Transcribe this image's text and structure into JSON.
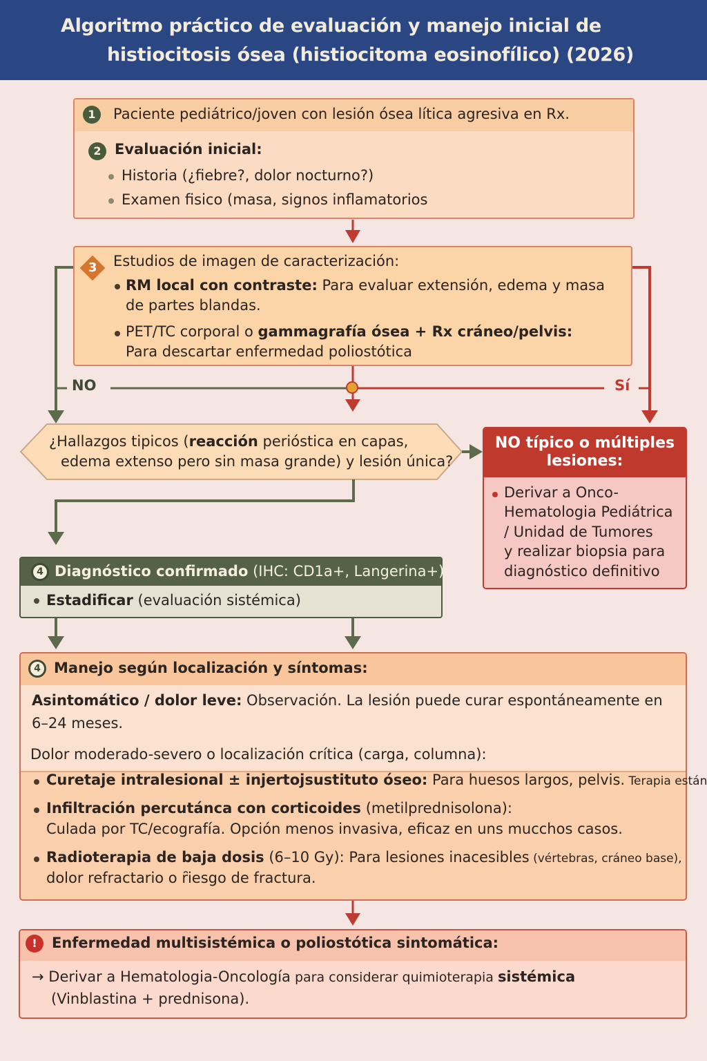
{
  "title": {
    "line1": "Algoritmo práctico de evaluación y manejo inicial de",
    "line2": "histiocitosis ósea (histiocitoma eosinofílico) (2026)"
  },
  "step1": {
    "number": "1",
    "text": "Paciente pediátrico/joven con lesión ósea lítica agresiva en Rx."
  },
  "step2": {
    "number": "2",
    "title": "Evaluación inicial:",
    "items": [
      "Historia (¿fiebre?, dolor nocturno?)",
      "Examen fisico (masa, signos inflamatorios"
    ]
  },
  "step3": {
    "number": "3",
    "title": "Estudios de imagen de caracterización:",
    "item1_bold": "RM local con contraste:",
    "item1_rest": " Para evaluar extensión, edema y masa",
    "item1_line2": "de partes blandas.",
    "item2_a": "PET/TC corporal o ",
    "item2_b": "gammagrafía ósea + Rx cráneo/pelvis:",
    "item2_line2": "Para descartar enfermedad poliostótica"
  },
  "branch": {
    "no": "NO",
    "yes": "Sí"
  },
  "decision": {
    "line1_a": "¿Hallazgos tipicos (",
    "line1_b": "reacción",
    "line1_c": " perióstica en capas,",
    "line2": "edema extenso pero sin masa grande) y lesión única?"
  },
  "atypical": {
    "title_line1": "NO típico o múltiples",
    "title_line2": "lesiones:",
    "lines": [
      "Derivar a Onco-",
      "Hematologia Pediátrica",
      "/ Unidad de Tumores",
      "y realizar biopsia para",
      "diagnóstico definitivo"
    ]
  },
  "confirmed": {
    "number": "4",
    "title": "Diagnóstico confirmado",
    "title_detail": " (IHC: CD1a+, Langerina+):",
    "item_bold": "Estadificar",
    "item_rest": "  (evaluación sistémica)"
  },
  "management": {
    "number": "4",
    "title": "Manejo según localización y síntomas:",
    "asym_bold": "Asintomático / dolor leve:",
    "asym_rest": " Observación. La lesión puede curar espontáneamente en",
    "asym_line2": "6–24 meses.",
    "moderate_title": "Dolor moderado-severo o localización crítica (carga, columna):",
    "opt1_bold": "Curetaje intralesional ± injertojsustituto óseo:",
    "opt1_rest": " Para huesos largos, pelvis.",
    "opt1_small": " Terapia estándar.",
    "opt2_bold": "Infiltración percutánca con corticoides",
    "opt2_rest": " (metilprednisolona):",
    "opt2_line2": "Culada por TC/ecografía. Opción menos invasiva, eficaz en uns mucchos casos.",
    "opt3_bold": "Radioterapia de baja dosis",
    "opt3_rest": " (6–10 Gy): Para lesiones inacesibles",
    "opt3_small": " (vértebras, cráneo base),",
    "opt3_line2": "dolor refractario o ȓiesgo de fractura."
  },
  "systemic": {
    "number": "!",
    "title": "Enfermedad multisistémica o poliostótica sintomática:",
    "line1_a": "→ Derivar a Hematologia-Oncología",
    "line1_b": " para considerar quimioterapia ",
    "line1_c": "sistémica",
    "line2": "(Vinblastina + prednisona)."
  },
  "colors": {
    "header": "#2a4683",
    "green": "#566247",
    "red": "#bd3b30",
    "orange": "#d5762f"
  }
}
